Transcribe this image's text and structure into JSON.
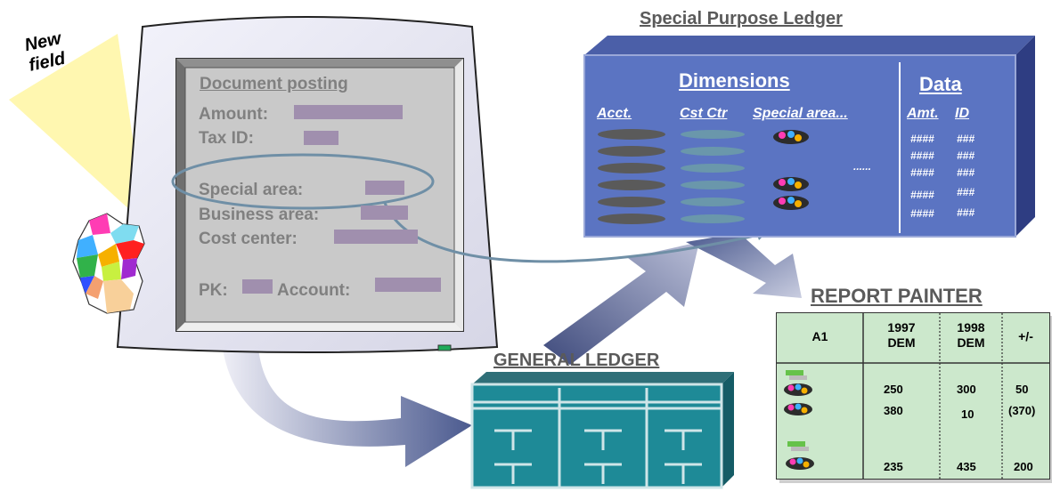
{
  "callout": {
    "text_line1": "New",
    "text_line2": "field"
  },
  "screen": {
    "title": "Document posting",
    "amount_label": "Amount:",
    "taxid_label": "Tax ID:",
    "special_area_label": "Special area:",
    "business_area_label": "Business area:",
    "cost_center_label": "Cost center:",
    "pk_label": "PK:",
    "account_label": "Account:"
  },
  "special_ledger": {
    "title": "Special Purpose Ledger",
    "dimensions_label": "Dimensions",
    "data_label": "Data",
    "col_acct": "Acct.",
    "col_cst_ctr": "Cst Ctr",
    "col_special_area": "Special area...",
    "col_amt": "Amt.",
    "col_id": "ID",
    "hash_amt": "####",
    "hash_id": "###",
    "ellipsis": "......"
  },
  "report_painter": {
    "title": "REPORT PAINTER",
    "headers": [
      "A1",
      "1997\nDEM",
      "1998\nDEM",
      "+/-"
    ],
    "h1997_a": "1997",
    "h1997_b": "DEM",
    "h1998_a": "1998",
    "h1998_b": "DEM",
    "rows": [
      [
        "250",
        "300",
        "50"
      ],
      [
        "380",
        "10",
        "(370)"
      ],
      [
        "235",
        "435",
        "200"
      ]
    ]
  },
  "general_ledger": {
    "title": "GENERAL LEDGER"
  },
  "colors": {
    "ledger_blue": "#5b74c2",
    "general_ledger_teal": "#1e8a97",
    "report_green": "#cce8cc",
    "screen_gray": "#c9c9c9",
    "field_purple": "#a08fae",
    "callout_yellow": "#fff7b0"
  }
}
